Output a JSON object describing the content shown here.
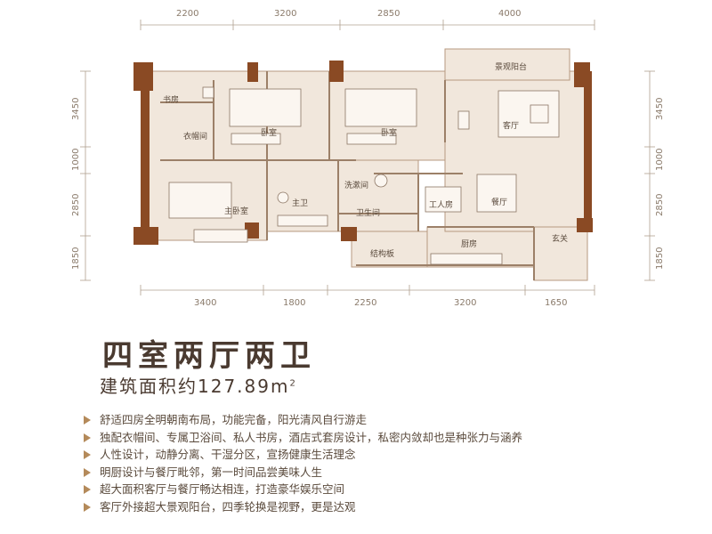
{
  "dimensions": {
    "top": [
      "2200",
      "3200",
      "2850",
      "4000"
    ],
    "bottom": [
      "3400",
      "1800",
      "2250",
      "3200",
      "1650"
    ],
    "left": [
      "3450",
      "1000",
      "2850",
      "1850"
    ],
    "right": [
      "3450",
      "1000",
      "2850",
      "1850"
    ]
  },
  "rooms": {
    "study": "书房",
    "cloakroom": "衣帽间",
    "bedroom1": "卧室",
    "bedroom2": "卧室",
    "master_bedroom": "主卧室",
    "master_bath": "主卫",
    "washroom": "洗漱间",
    "bathroom": "卫生间",
    "maid_room": "工人房",
    "kitchen": "厨房",
    "structural_slab": "结构板",
    "living_room": "客厅",
    "dining_room": "餐厅",
    "foyer": "玄关",
    "balcony": "景观阳台"
  },
  "title": "四室两厅两卫",
  "area_label": "建筑面积约127.89m",
  "area_sup": "2",
  "features": [
    "舒适四房全明朝南布局，功能完备，阳光清风自行游走",
    "独配衣帽间、专属卫浴间、私人书房，酒店式套房设计，私密内敛却也是种张力与涵养",
    "人性设计，动静分离、干湿分区，宣扬健康生活理念",
    "明厨设计与餐厅毗邻，第一时间品尝美味人生",
    "超大面积客厅与餐厅畅达相连，打造豪华娱乐空间",
    "客厅外接超大景观阳台，四季轮换是视野，更是达观"
  ],
  "colors": {
    "wall": "#8a4a24",
    "floor": "#f1e7dc",
    "line": "#b79a80",
    "accent": "#b48a5a"
  }
}
